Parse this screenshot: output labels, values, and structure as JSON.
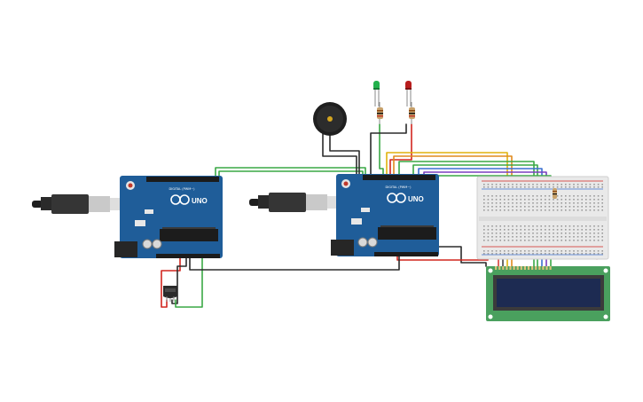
{
  "boards": [
    {
      "brand": "UNO",
      "pin_label": "DIGITAL (PWM~)"
    },
    {
      "brand": "UNO",
      "pin_label": "DIGITAL (PWM~)"
    }
  ],
  "colors": {
    "board": "#1f5d99",
    "board_dark": "#174a7c",
    "breadboard": "#e9e9e9",
    "lcd_pcb": "#4aa05e",
    "lcd_screen": "#1d2b52",
    "wire_green": "#3aa845",
    "wire_black": "#2b2b2b",
    "wire_red": "#d2261f",
    "wire_yellow": "#e0b20d",
    "wire_blue": "#3a6fd0",
    "wire_purple": "#7a3fbf",
    "wire_orange": "#e08a1e",
    "led_green": "#22b14c",
    "led_red": "#b81d1d"
  },
  "icons": {
    "usb_cable": "usb-plug-icon",
    "buzzer": "piezo-buzzer-icon",
    "sensor": "temperature-sensor-icon"
  }
}
